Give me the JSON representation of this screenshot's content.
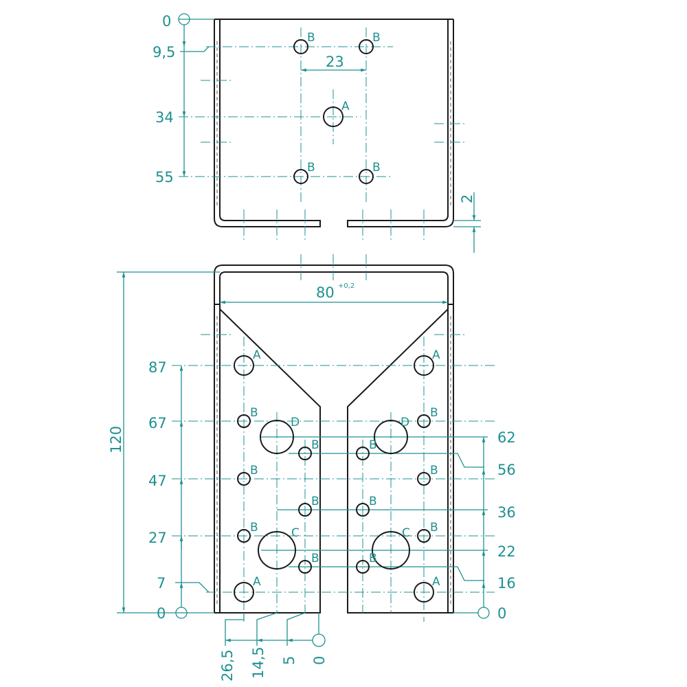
{
  "top_view": {
    "dims_vertical": [
      "0",
      "9,5",
      "34",
      "55"
    ],
    "dim_spacing": "23",
    "dim_thickness": "2",
    "hole_labels": [
      "B",
      "B",
      "A",
      "B",
      "B"
    ]
  },
  "front_view": {
    "dim_width": "80",
    "dim_width_tolerance": "+0,2",
    "dim_height": "120",
    "dims_left": [
      "87",
      "67",
      "47",
      "27",
      "7",
      "0"
    ],
    "dims_right": [
      "62",
      "56",
      "36",
      "22",
      "16",
      "0"
    ],
    "dims_bottom": [
      "26,5",
      "14,5",
      "5",
      "0"
    ],
    "hole_labels_left": [
      "A",
      "B",
      "D",
      "B",
      "B",
      "B",
      "B",
      "C",
      "B",
      "A"
    ],
    "hole_labels_right": [
      "A",
      "B",
      "D",
      "B",
      "B",
      "B",
      "B",
      "C",
      "B",
      "A"
    ]
  },
  "colors": {
    "dimension": "#1f9090",
    "outline": "#1a1a1a"
  }
}
